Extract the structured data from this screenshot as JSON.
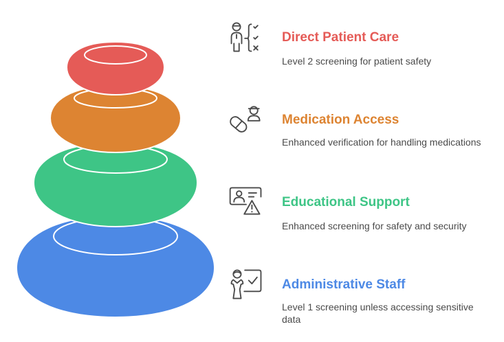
{
  "diagram": {
    "layers": [
      {
        "id": "direct-patient-care",
        "color": "#E55B57"
      },
      {
        "id": "medication-access",
        "color": "#DD8432"
      },
      {
        "id": "educational-support",
        "color": "#3EC586"
      },
      {
        "id": "administrative-staff",
        "color": "#4D89E5"
      }
    ]
  },
  "items": [
    {
      "icon": "checklist-person-icon",
      "title": "Direct Patient Care",
      "description": "Level 2 screening for patient safety",
      "color": "#E55B57"
    },
    {
      "icon": "pill-person-icon",
      "title": "Medication Access",
      "description": "Enhanced verification for handling medications",
      "color": "#DD8432"
    },
    {
      "icon": "id-card-warning-icon",
      "title": "Educational Support",
      "description": "Enhanced screening for safety and security",
      "color": "#3EC586"
    },
    {
      "icon": "person-board-check-icon",
      "title": "Administrative Staff",
      "description": "Level 1 screening unless accessing sensitive data",
      "color": "#4D89E5"
    }
  ]
}
